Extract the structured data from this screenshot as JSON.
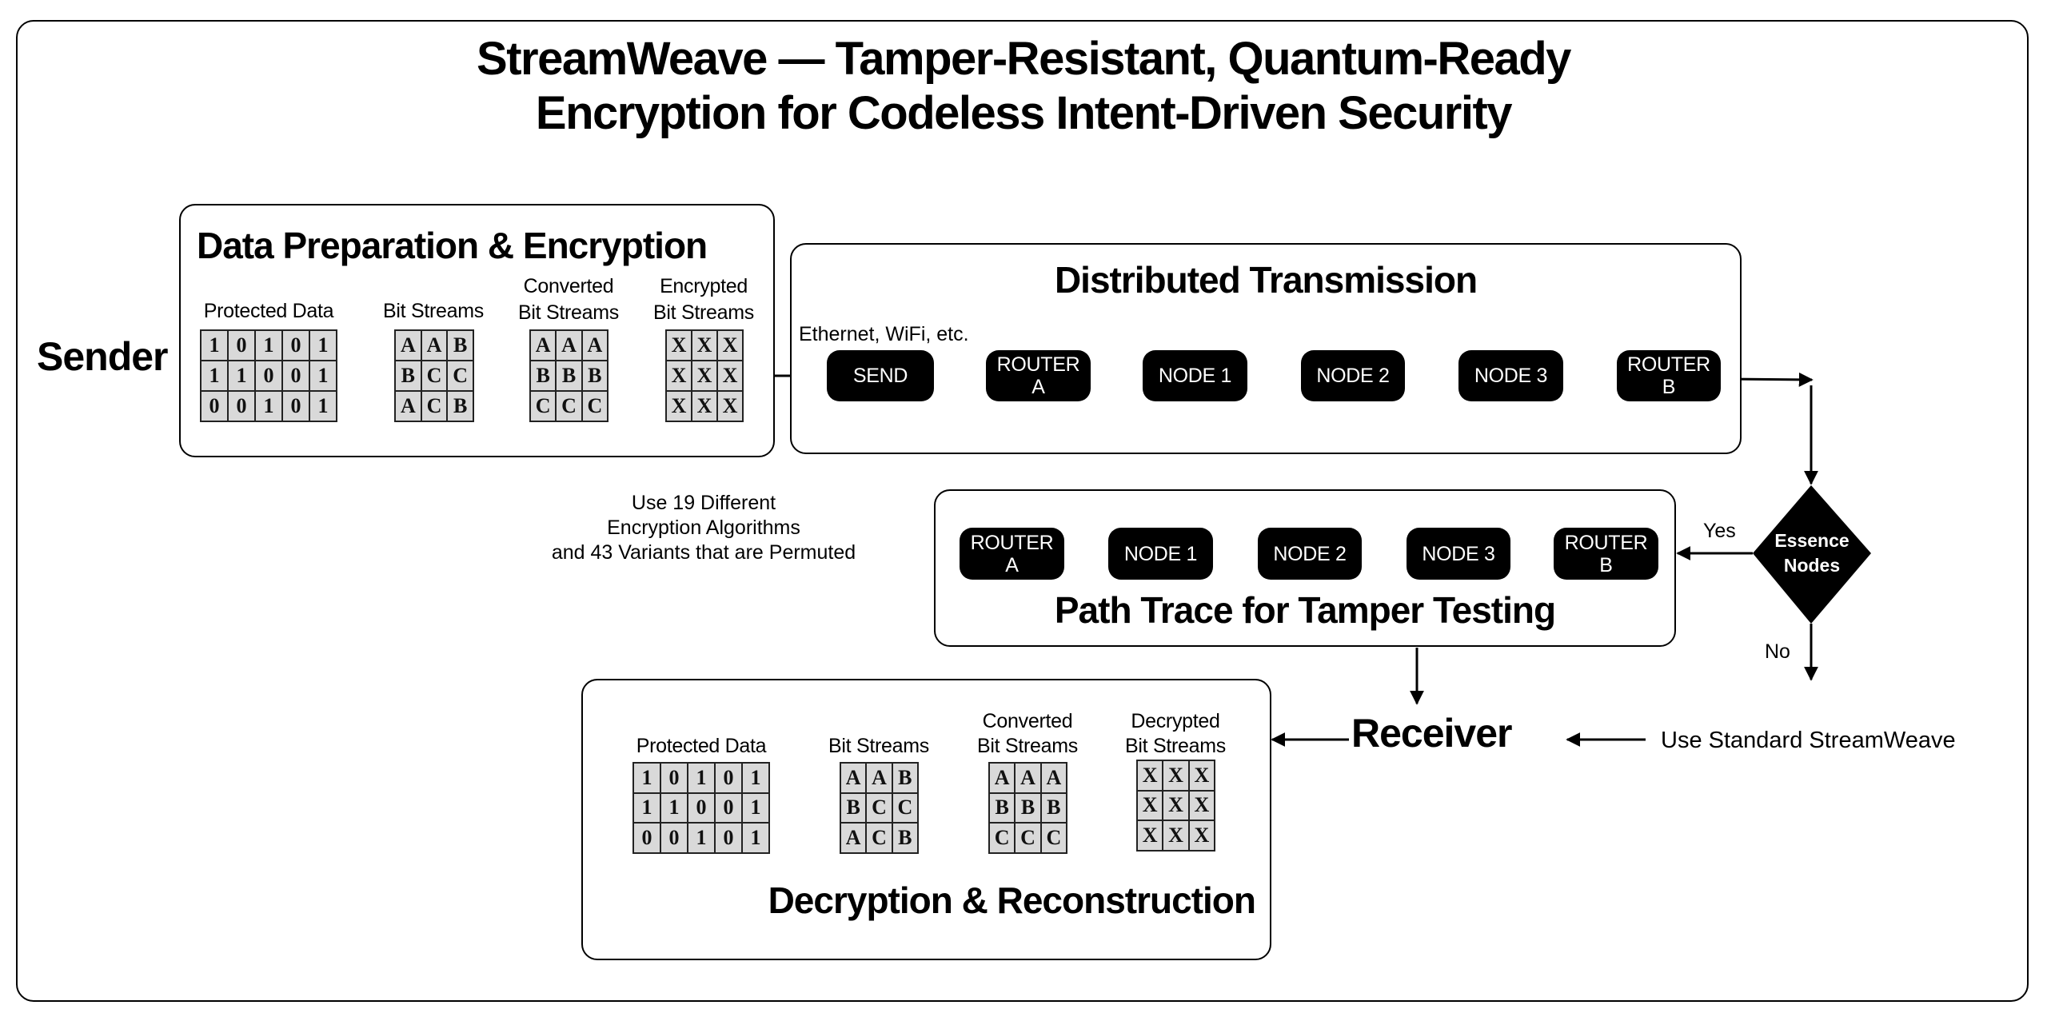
{
  "title": {
    "line1": "StreamWeave — Tamper-Resistant, Quantum-Ready",
    "line2": "Encryption for Codeless Intent-Driven Security"
  },
  "sender_label": "Sender",
  "receiver_label": "Receiver",
  "data_prep": {
    "title": "Data Preparation & Encryption",
    "columns": [
      {
        "label": "Protected Data",
        "cells": [
          [
            "1",
            "0",
            "1",
            "0",
            "1"
          ],
          [
            "1",
            "1",
            "0",
            "0",
            "1"
          ],
          [
            "0",
            "0",
            "1",
            "0",
            "1"
          ]
        ]
      },
      {
        "label": "Bit Streams",
        "cells": [
          [
            "A",
            "A",
            "B"
          ],
          [
            "B",
            "C",
            "C"
          ],
          [
            "A",
            "C",
            "B"
          ]
        ]
      },
      {
        "label": "Converted\nBit Streams",
        "label_line1": "Converted",
        "label_line2": "Bit Streams",
        "cells": [
          [
            "A",
            "A",
            "A"
          ],
          [
            "B",
            "B",
            "B"
          ],
          [
            "C",
            "C",
            "C"
          ]
        ]
      },
      {
        "label": "Encrypted\nBit Streams",
        "label_line1": "Encrypted",
        "label_line2": "Bit Streams",
        "cells": [
          [
            "X",
            "X",
            "X"
          ],
          [
            "X",
            "X",
            "X"
          ],
          [
            "X",
            "X",
            "X"
          ]
        ]
      }
    ]
  },
  "transmission": {
    "title": "Distributed Transmission",
    "medium_label": "Ethernet, WiFi, etc.",
    "nodes": [
      "SEND",
      "ROUTER\nA",
      "NODE 1",
      "NODE 2",
      "NODE 3",
      "ROUTER\nB"
    ]
  },
  "algorithms_note": {
    "line1": "Use 19 Different",
    "line2": "Encryption Algorithms",
    "line3": "and 43 Variants that are Permuted"
  },
  "decision": {
    "label": "Essence\nNodes",
    "yes_label": "Yes",
    "no_label": "No"
  },
  "path_trace": {
    "title": "Path Trace for Tamper Testing",
    "nodes": [
      "ROUTER\nA",
      "NODE 1",
      "NODE 2",
      "NODE 3",
      "ROUTER\nB"
    ]
  },
  "standard_label": "Use Standard StreamWeave",
  "decryption": {
    "title": "Decryption & Reconstruction",
    "columns": [
      {
        "label_line1": "",
        "label_line2": "Protected Data",
        "cells": [
          [
            "1",
            "0",
            "1",
            "0",
            "1"
          ],
          [
            "1",
            "1",
            "0",
            "0",
            "1"
          ],
          [
            "0",
            "0",
            "1",
            "0",
            "1"
          ]
        ]
      },
      {
        "label_line1": "",
        "label_line2": "Bit Streams",
        "cells": [
          [
            "A",
            "A",
            "B"
          ],
          [
            "B",
            "C",
            "C"
          ],
          [
            "A",
            "C",
            "B"
          ]
        ]
      },
      {
        "label_line1": "Converted",
        "label_line2": "Bit Streams",
        "cells": [
          [
            "A",
            "A",
            "A"
          ],
          [
            "B",
            "B",
            "B"
          ],
          [
            "C",
            "C",
            "C"
          ]
        ]
      },
      {
        "label_line1": "Decrypted",
        "label_line2": "Bit Streams",
        "cells": [
          [
            "X",
            "X",
            "X"
          ],
          [
            "X",
            "X",
            "X"
          ],
          [
            "X",
            "X",
            "X"
          ]
        ]
      }
    ]
  },
  "colors": {
    "node_fill": "#000000",
    "grid_cell_fill": "#d9d9d9",
    "line": "#000000"
  }
}
